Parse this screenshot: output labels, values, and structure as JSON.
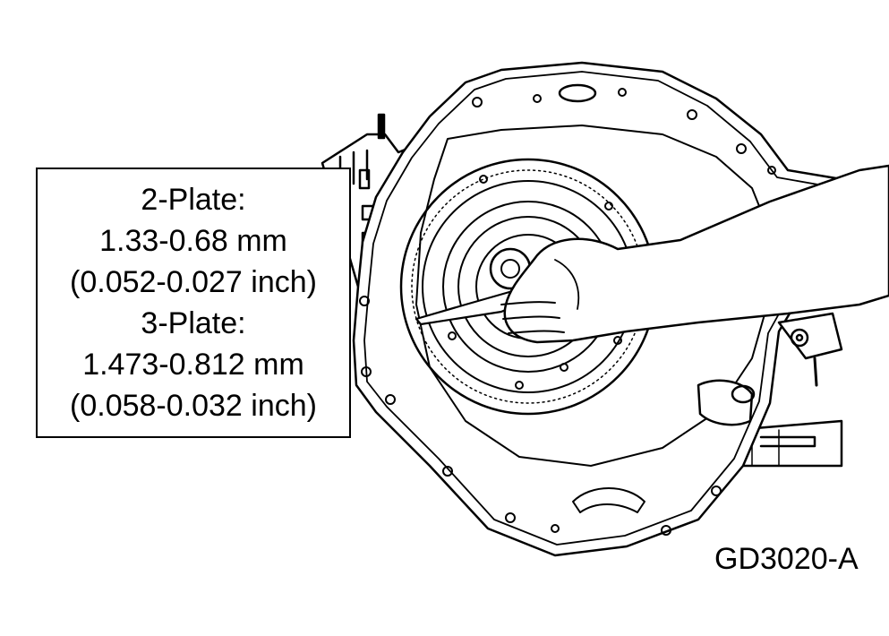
{
  "spec_box": {
    "lines": [
      "2-Plate:",
      "1.33-0.68 mm",
      "(0.052-0.027 inch)",
      "3-Plate:",
      "1.473-0.812 mm",
      "(0.058-0.032 inch)"
    ]
  },
  "figure_id": "GD3020-A"
}
